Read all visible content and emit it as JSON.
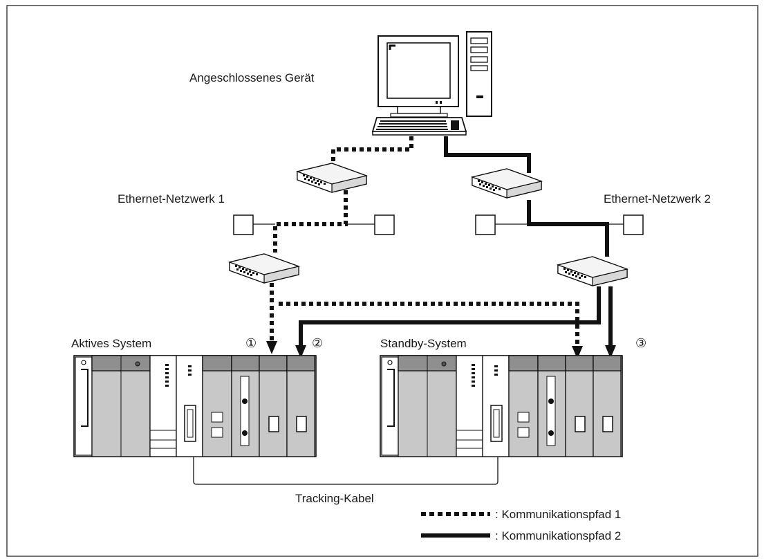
{
  "labels": {
    "connected_device": "Angeschlossenes Gerät",
    "network_1": "Ethernet-Netzwerk 1",
    "network_2": "Ethernet-Netzwerk 2",
    "active_system": "Aktives System",
    "standby_system": "Standby-System",
    "tracking_cable": "Tracking-Kabel"
  },
  "markers": {
    "m1": "①",
    "m2": "②",
    "m3": "③"
  },
  "legend": {
    "path1": ": Kommunikationspfad 1",
    "path2": ": Kommunikationspfad 2"
  },
  "colors": {
    "line": "#111111",
    "module_gray": "#c8c8c8",
    "module_dark": "#8f8f8f",
    "base_light": "#e9e9e9",
    "background": "#ffffff"
  },
  "icons": [
    "computer-icon",
    "hub-icon",
    "plc-module-icon",
    "network-node-icon"
  ]
}
